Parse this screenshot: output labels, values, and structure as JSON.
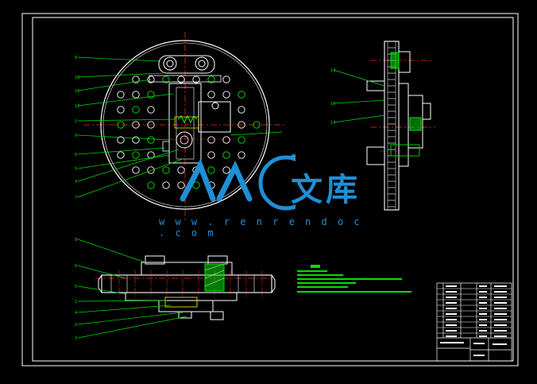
{
  "drawing": {
    "colors": {
      "background": "#000000",
      "border": "#ffffff",
      "outline": "#ffffff",
      "centerline": "#ff2020",
      "hatch": "#00e000",
      "leader": "#00e000",
      "dim": "#ff3333",
      "note_text": "#00e000",
      "watermark": "#1f8fd6"
    },
    "watermark": {
      "cn": "文库",
      "url": "w w w . r e n r e n d o c . c o m"
    },
    "front_view_balloons": [
      "8",
      "10",
      "11",
      "12",
      "1",
      "9",
      "6",
      "5",
      "4",
      "7"
    ],
    "side_view_balloons": [
      "13",
      "16",
      "17"
    ],
    "section_view_balloons": [
      "3",
      "2",
      "4",
      "1",
      "5",
      "6",
      "8"
    ]
  }
}
